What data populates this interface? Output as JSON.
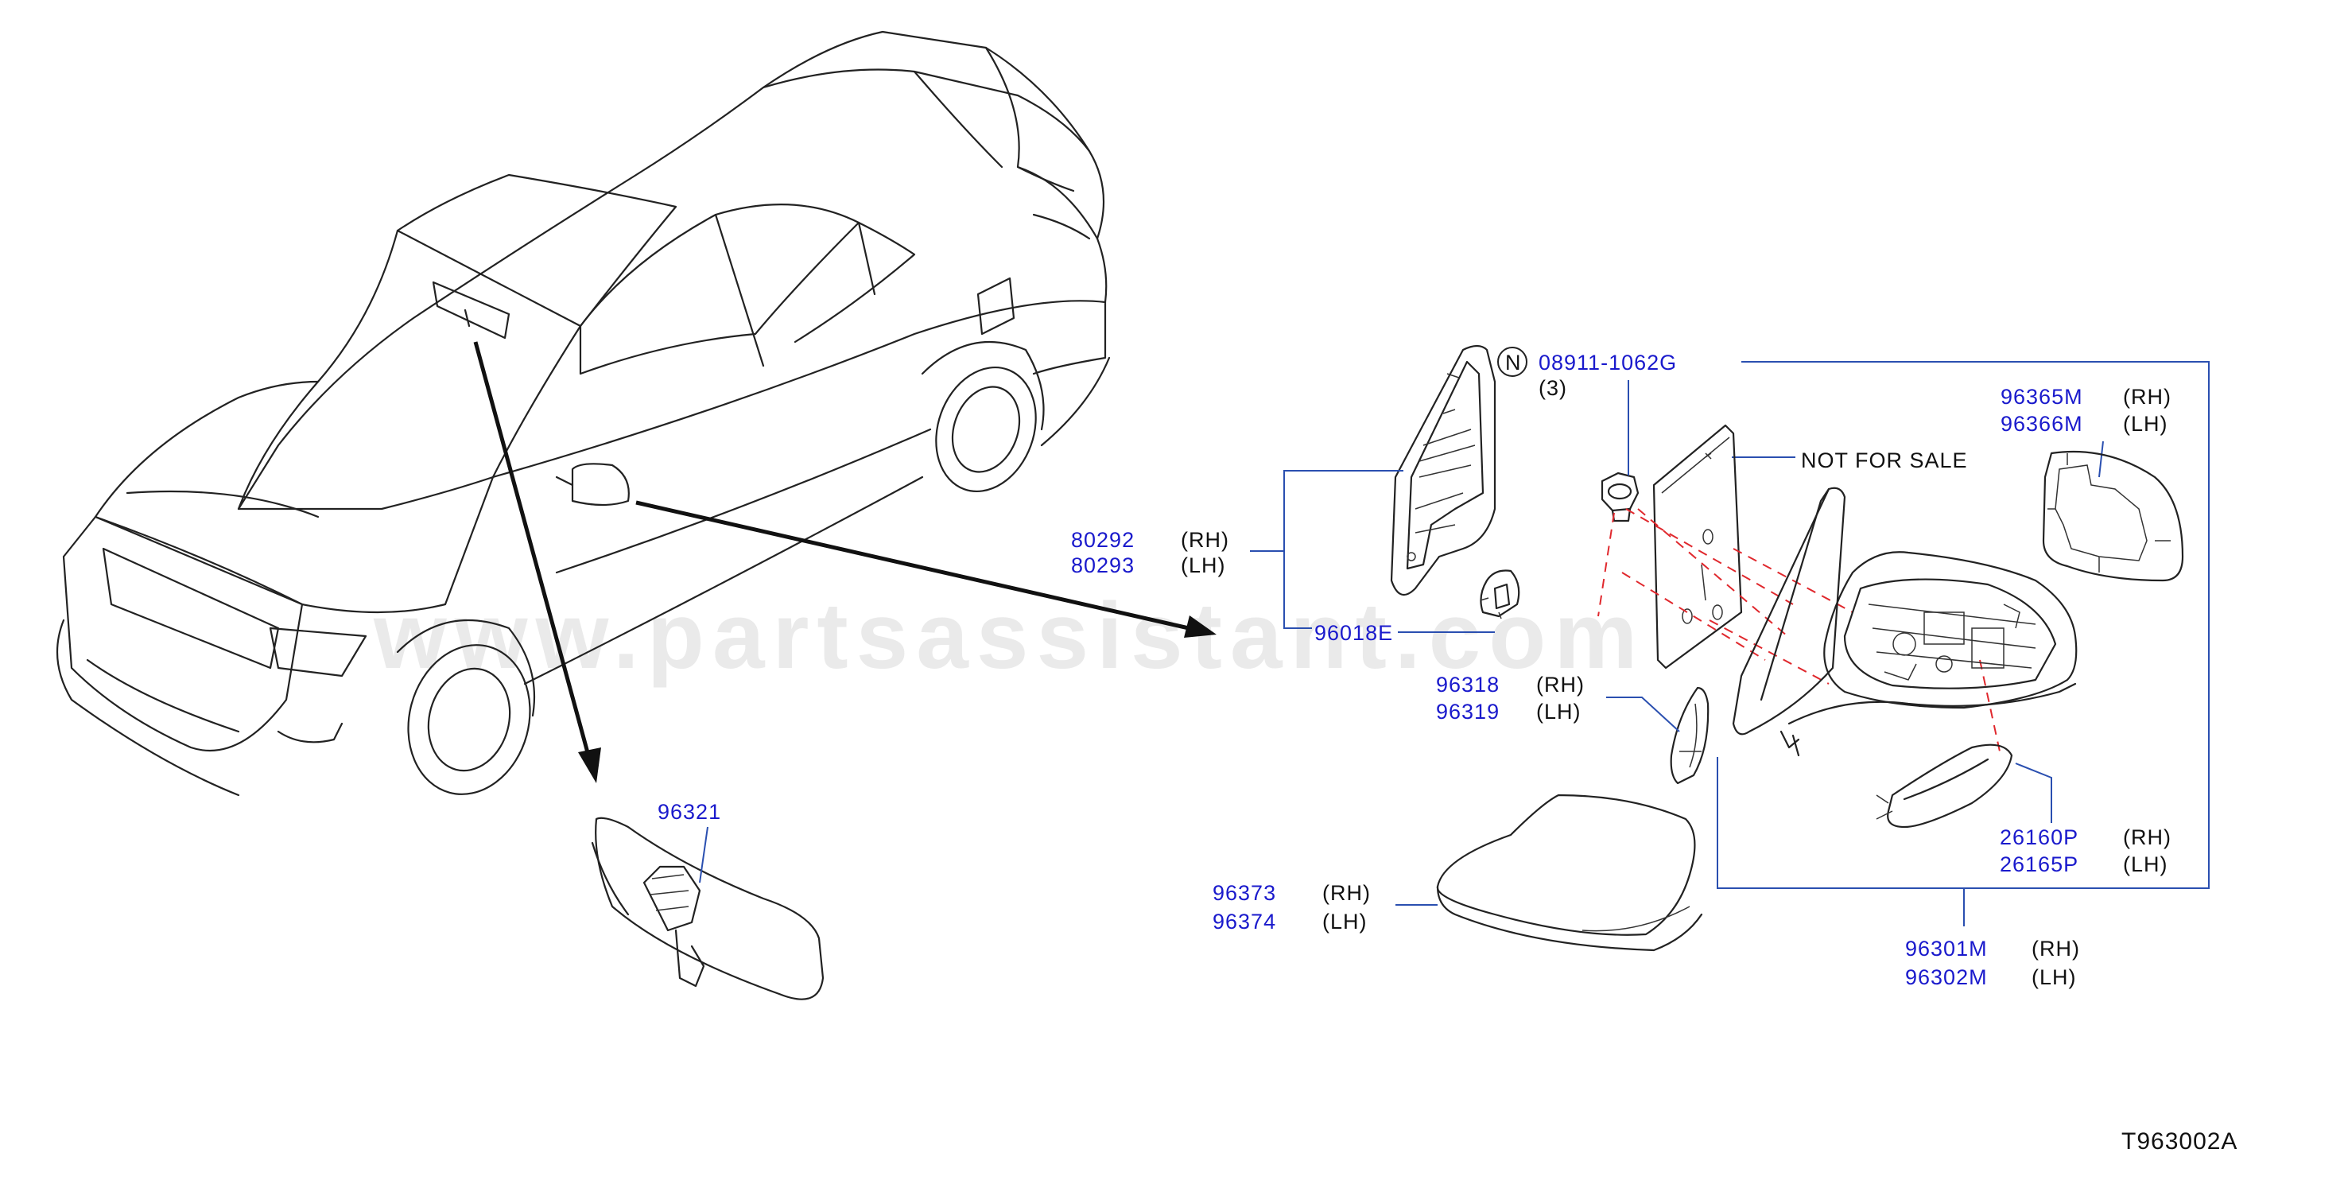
{
  "watermark": "www.partsassistant.com",
  "drawing_id": "T963002A",
  "note": "NOT  FOR  SALE",
  "nut": {
    "symbol": "N",
    "part": "08911-1062G",
    "qty": "(3)"
  },
  "parts": {
    "rearview_mirror": "96321",
    "ornament_rh": "80292",
    "ornament_lh": "80293",
    "clip": "96018E",
    "glass_rh": "96365M",
    "glass_lh": "96366M",
    "cover_rh": "96318",
    "cover_lh": "96319",
    "cap_rh": "96373",
    "cap_lh": "96374",
    "lamp_rh": "26160P",
    "lamp_lh": "26165P",
    "assy_rh": "96301M",
    "assy_lh": "96302M"
  },
  "sides": {
    "rh": "(RH)",
    "lh": "(LH)"
  }
}
